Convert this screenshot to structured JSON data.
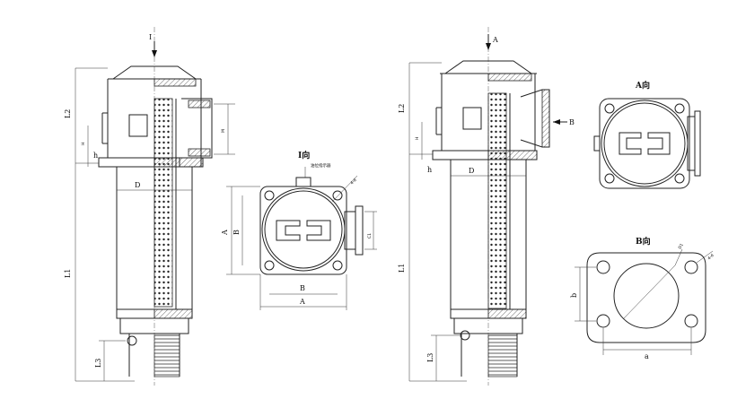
{
  "left_view": {
    "section_marker": "I",
    "dims": {
      "L2": "L2",
      "h": "h",
      "L1": "L1",
      "L3": "L3",
      "D": "D",
      "M": "M",
      "H_small": "H"
    }
  },
  "view_I": {
    "title": "I向",
    "note": "油位指示器",
    "dims": {
      "A_h": "A",
      "B_h": "B",
      "A_v": "A",
      "B_v": "B",
      "C1": "C1",
      "n_d": "4-d"
    }
  },
  "right_view": {
    "section_marker": "A",
    "side_marker": "B",
    "dims": {
      "L2": "L2",
      "H_small": "H",
      "h": "h",
      "D": "D",
      "L1": "L1",
      "L3": "L3"
    }
  },
  "view_A": {
    "title": "A向"
  },
  "view_B": {
    "title": "B向",
    "dims": {
      "D1": "D1",
      "n_d": "4-d",
      "a": "a",
      "b": "b"
    }
  }
}
